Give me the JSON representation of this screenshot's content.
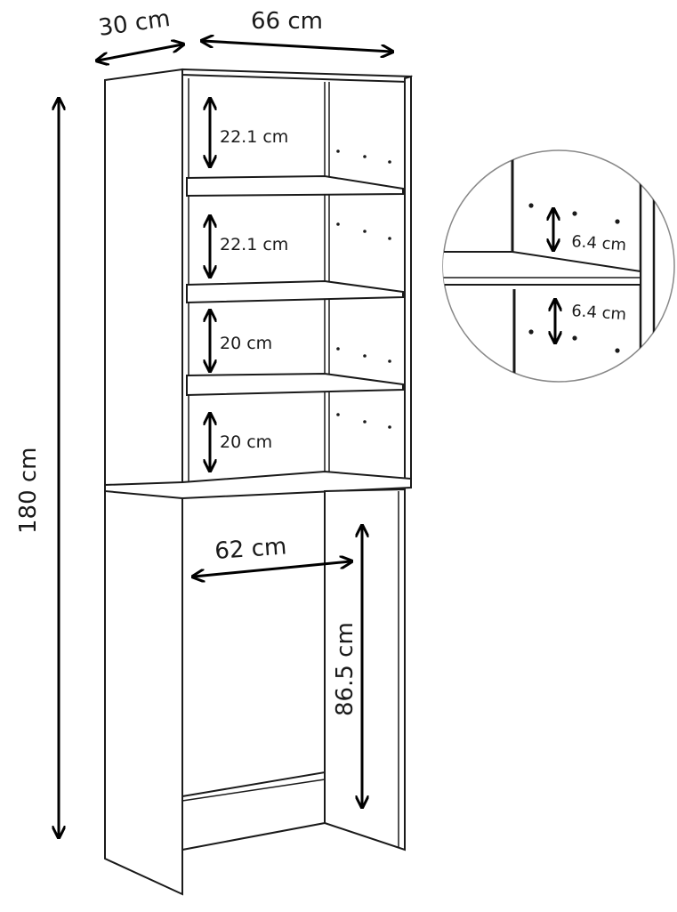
{
  "dimensions": {
    "depth": "30 cm",
    "width": "66 cm",
    "total_height": "180 cm",
    "shelf_1": "22.1 cm",
    "shelf_2": "22.1 cm",
    "shelf_3": "20 cm",
    "shelf_4": "20 cm",
    "inner_width": "62 cm",
    "inner_height": "86.5 cm"
  },
  "detail": {
    "hole_spacing_upper": "6.4 cm",
    "hole_spacing_lower": "6.4 cm"
  },
  "colors": {
    "line": "#1a1a1a",
    "background": "#ffffff"
  }
}
